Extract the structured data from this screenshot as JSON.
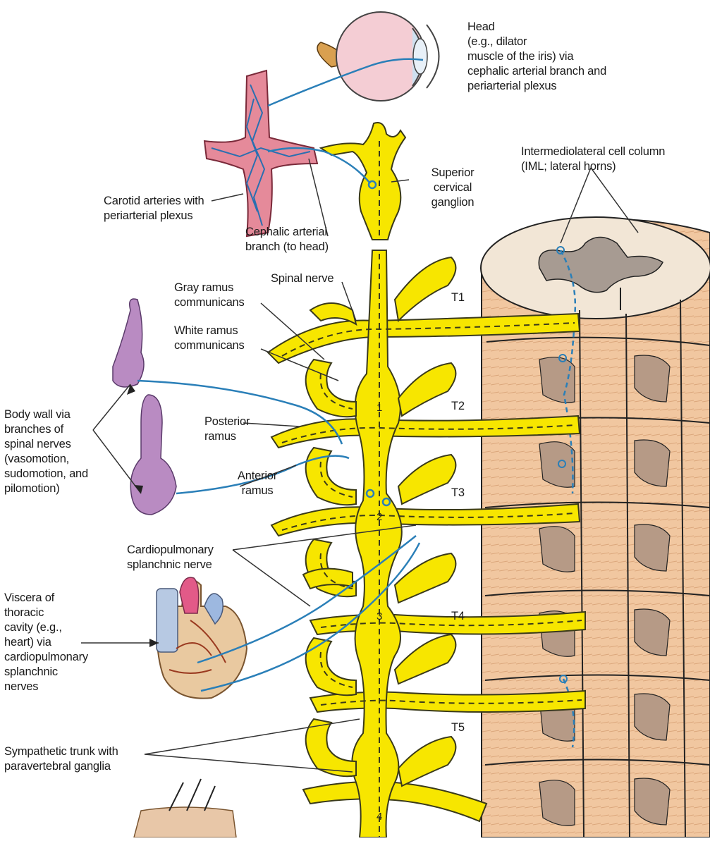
{
  "diagram": {
    "labels": {
      "head": "Head\n(e.g., dilator\nmuscle of the iris) via\ncephalic arterial branch and\nperiarterial plexus",
      "iml": "Intermediolateral cell column\n(IML; lateral horns)",
      "superior_cervical": "Superior\ncervical\nganglion",
      "carotid": "Carotid arteries with\nperiarterial plexus",
      "cephalic_branch": "Cephalic arterial\nbranch (to head)",
      "spinal_nerve": "Spinal nerve",
      "gray_ramus": "Gray ramus\ncommunicans",
      "white_ramus": "White ramus\ncommunicans",
      "body_wall": "Body wall via\nbranches of\nspinal nerves\n(vasomotion,\nsudomotion, and\npilomotion)",
      "posterior_ramus": "Posterior\nramus",
      "anterior_ramus": "Anterior\nramus",
      "cardiopulmonary": "Cardiopulmonary\nsplanchnic nerve",
      "viscera": "Viscera of\nthoracic\ncavity (e.g.,\nheart) via\ncardiopulmonary\nsplanchnic\nnerves",
      "sympathetic_trunk": "Sympathetic trunk with\nparavertebral ganglia"
    },
    "segments": [
      "T1",
      "T2",
      "T3",
      "T4",
      "T5"
    ],
    "ganglion_numbers": [
      "1",
      "2",
      "3",
      "4"
    ],
    "colors": {
      "nerve": "#f7e600",
      "nerve_outline": "#3a3a1a",
      "fiber": "#2a7fb8",
      "cord": "#f2c9a0",
      "artery": "#d9607a",
      "skin": "#a679b0"
    }
  }
}
